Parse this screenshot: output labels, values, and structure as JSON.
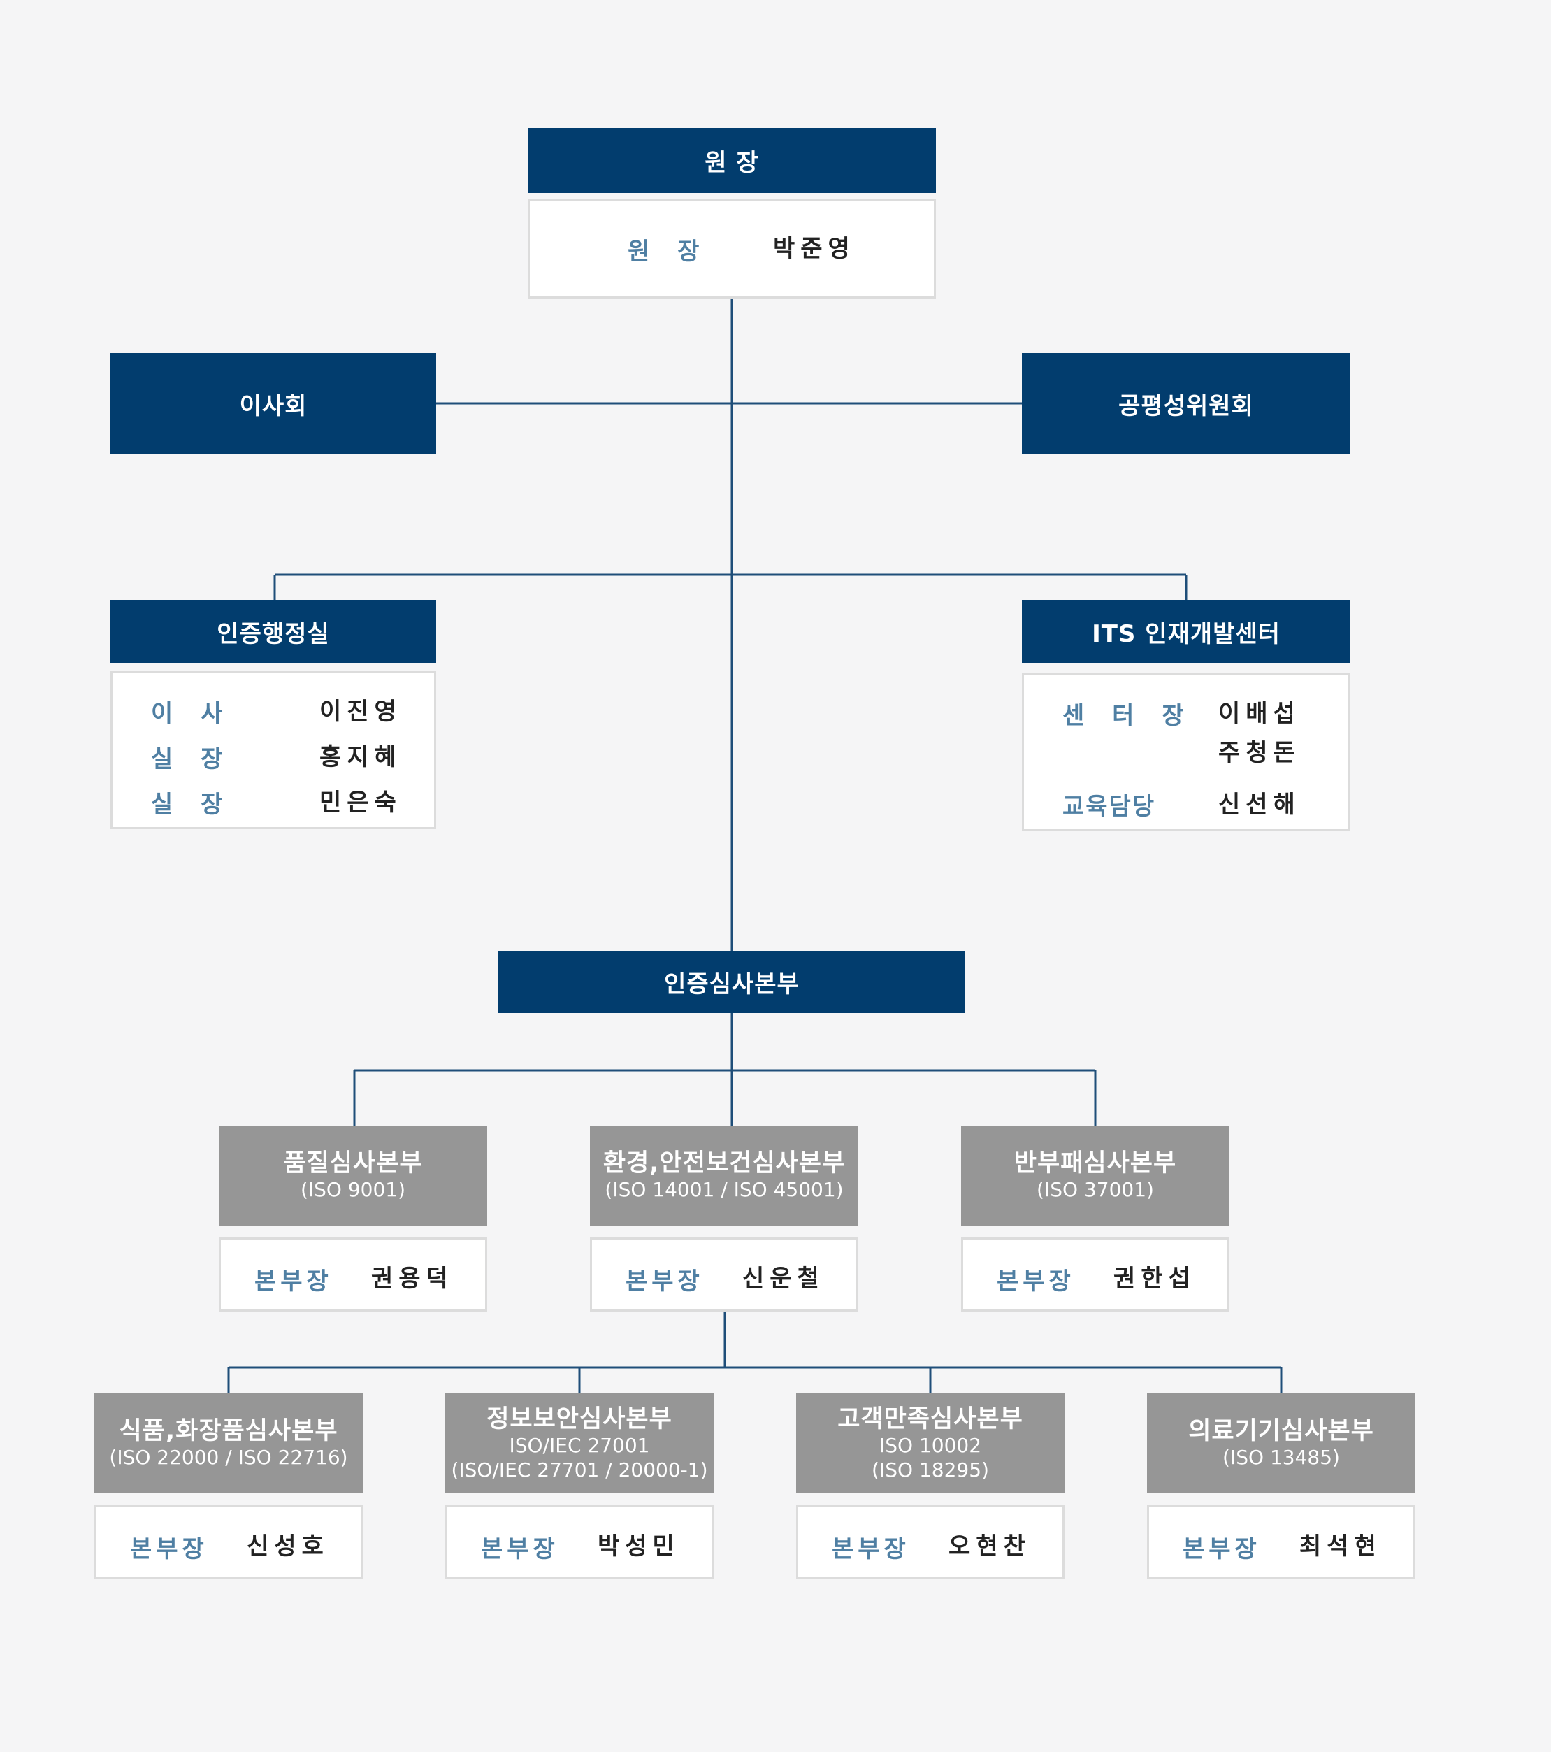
{
  "director": {
    "title": "원 장",
    "role_label": "원 장",
    "name": "박준영"
  },
  "board": {
    "title": "이사회"
  },
  "fairness_committee": {
    "title": "공평성위원회"
  },
  "admin_office": {
    "title": "인증행정실",
    "members": [
      {
        "role": "이 사",
        "name": "이진영"
      },
      {
        "role": "실 장",
        "name": "홍지혜"
      },
      {
        "role": "실 장",
        "name": "민은숙"
      }
    ]
  },
  "its_center": {
    "title": "ITS 인재개발센터",
    "members": [
      {
        "role": "센 터 장",
        "name": "이배섭"
      },
      {
        "role": "",
        "name": "주청돈"
      },
      {
        "role": "교육담당",
        "name": "신선해"
      }
    ]
  },
  "audit_hq": {
    "title": "인증심사본부"
  },
  "divisions_row1": [
    {
      "title": "품질심사본부",
      "standards": [
        "(ISO 9001)"
      ],
      "role": "본부장",
      "head": "권용덕"
    },
    {
      "title": "환경,안전보건심사본부",
      "standards": [
        "(ISO 14001 / ISO 45001)"
      ],
      "role": "본부장",
      "head": "신운철"
    },
    {
      "title": "반부패심사본부",
      "standards": [
        "(ISO 37001)"
      ],
      "role": "본부장",
      "head": "권한섭"
    }
  ],
  "divisions_row2": [
    {
      "title": "식품,화장품심사본부",
      "standards": [
        "(ISO 22000 / ISO 22716)"
      ],
      "role": "본부장",
      "head": "신성호"
    },
    {
      "title": "정보보안심사본부",
      "standards": [
        "ISO/IEC 27001",
        "(ISO/IEC 27701 / 20000-1)"
      ],
      "role": "본부장",
      "head": "박성민"
    },
    {
      "title": "고객만족심사본부",
      "standards": [
        "ISO 10002",
        "(ISO 18295)"
      ],
      "role": "본부장",
      "head": "오현찬"
    },
    {
      "title": "의료기기심사본부",
      "standards": [
        "(ISO 13485)"
      ],
      "role": "본부장",
      "head": "최석현"
    }
  ],
  "colors": {
    "navy": "#023d6e",
    "gray_box": "#969696",
    "label_blue": "#4f7fa3",
    "connector": "#1f4e79",
    "background": "#f5f5f6"
  }
}
